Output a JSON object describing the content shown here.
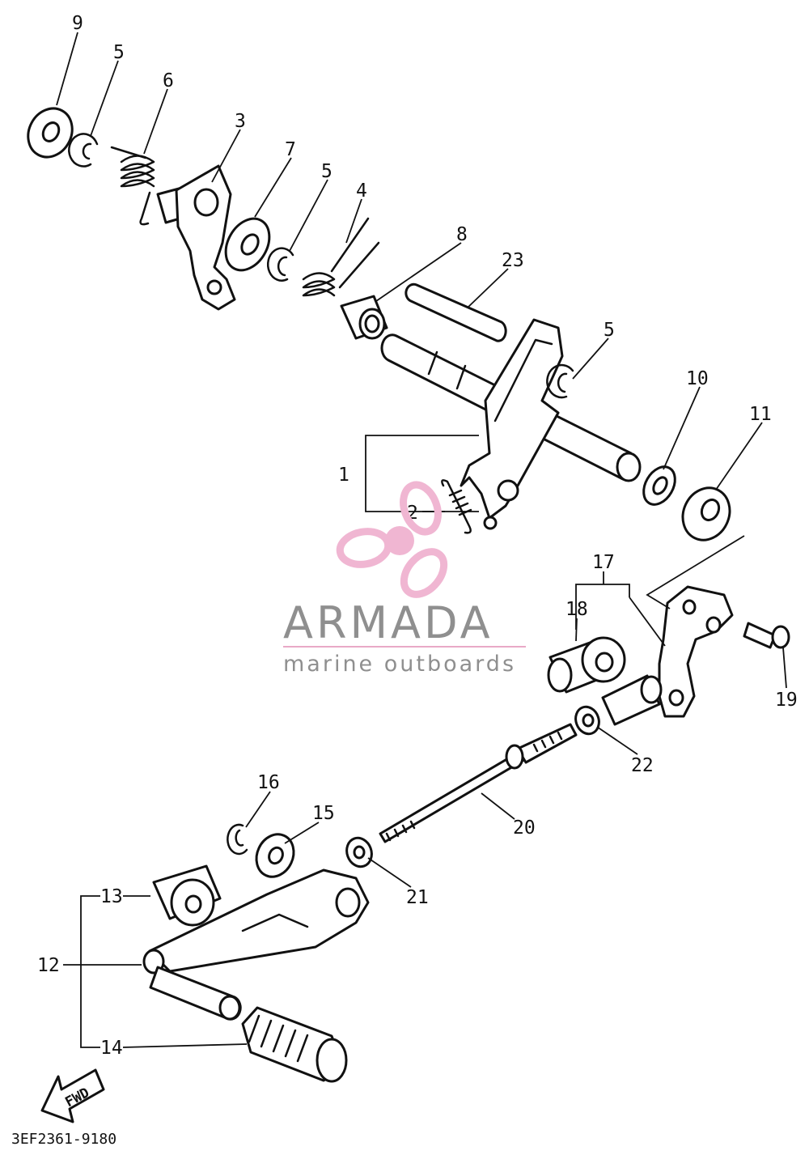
{
  "diagram": {
    "ref_code": "3EF2361-9180",
    "fwd_label": "FWD",
    "logo": {
      "name": "ARMADA",
      "tagline": "marine outboards",
      "colors": {
        "propeller": "#f0b6d2",
        "text": "#8f8f8f",
        "rule": "#e9a9c7"
      }
    },
    "callouts": {
      "c9": "9",
      "c5a": "5",
      "c6": "6",
      "c3": "3",
      "c7": "7",
      "c5b": "5",
      "c4": "4",
      "c8": "8",
      "c23": "23",
      "c5c": "5",
      "c10": "10",
      "c11": "11",
      "c1": "1",
      "c2": "2",
      "c17": "17",
      "c18": "18",
      "c19": "19",
      "c22": "22",
      "c20": "20",
      "c16": "16",
      "c15": "15",
      "c21": "21",
      "c13": "13",
      "c12": "12",
      "c14": "14"
    }
  }
}
